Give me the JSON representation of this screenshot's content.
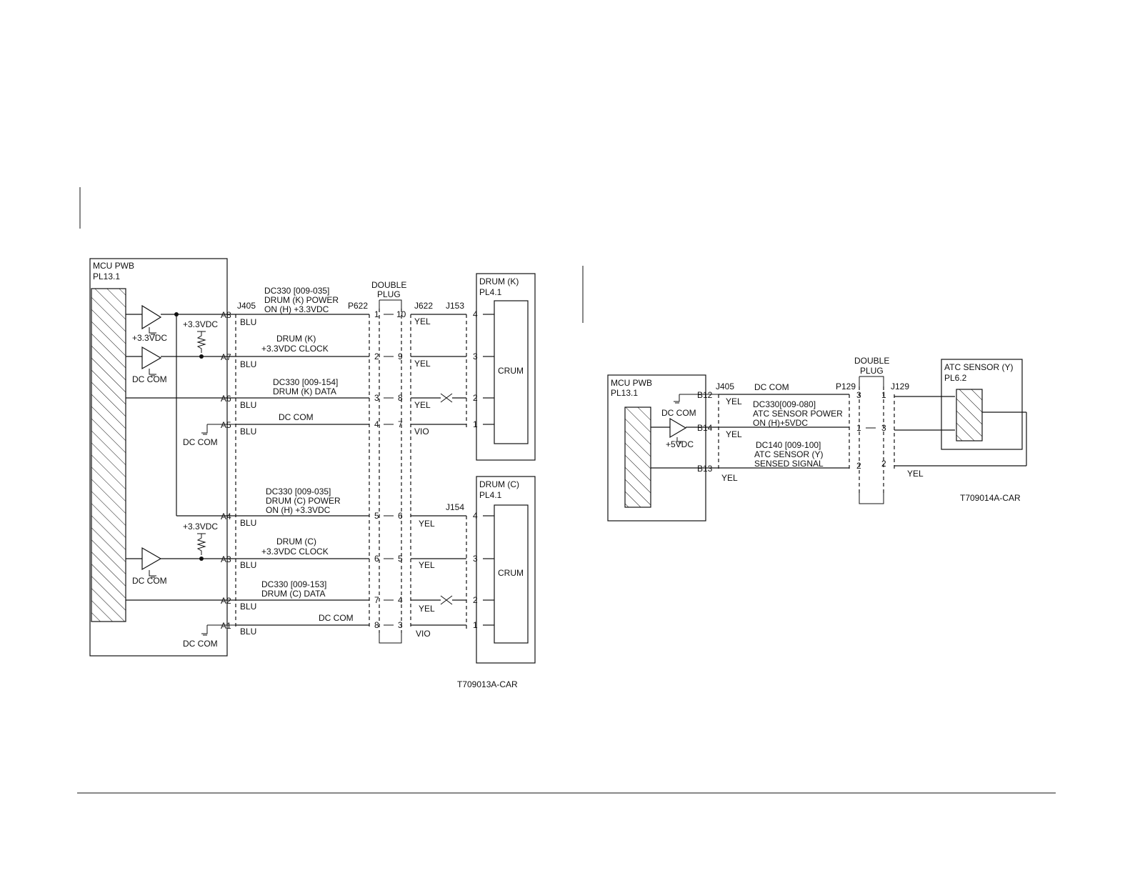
{
  "left": {
    "pwb_title": "MCU PWB",
    "pwb_pl": "PL13.1",
    "j405": "J405",
    "p622": "P622",
    "double_plug_1": "DOUBLE",
    "double_plug_2": "PLUG",
    "j622": "J622",
    "j153": "J153",
    "j154": "J154",
    "drum_k_title": "DRUM (K)",
    "drum_k_pl": "PL4.1",
    "drum_c_title": "DRUM (C)",
    "drum_c_pl": "PL4.1",
    "crum": "CRUM",
    "v33": "+3.3VDC",
    "dccom": "DC COM",
    "ref": "T709013A-CAR",
    "pins": [
      "A8",
      "A7",
      "A6",
      "A5",
      "A4",
      "A3",
      "A2",
      "A1"
    ],
    "blu": "BLU",
    "yel": "YEL",
    "vio": "VIO",
    "p622_pins": [
      "1",
      "2",
      "3",
      "4",
      "5",
      "6",
      "7",
      "8"
    ],
    "j622_pins": [
      "10",
      "9",
      "8",
      "7",
      "6",
      "5",
      "4",
      "3"
    ],
    "drum_pins": [
      "4",
      "3",
      "2",
      "1"
    ],
    "sig_a8": [
      "DC330 [009-035]",
      "DRUM (K) POWER",
      "ON (H) +3.3VDC"
    ],
    "sig_a7": [
      "DRUM (K)",
      "+3.3VDC CLOCK"
    ],
    "sig_a6": [
      "DC330 [009-154]",
      "DRUM (K) DATA"
    ],
    "sig_a5": "DC COM",
    "sig_a4": [
      "DC330 [009-035]",
      "DRUM (C) POWER",
      "ON (H) +3.3VDC"
    ],
    "sig_a3": [
      "DRUM (C)",
      "+3.3VDC CLOCK"
    ],
    "sig_a2": [
      "DC330 [009-153]",
      "DRUM (C) DATA"
    ],
    "sig_a1": "DC COM"
  },
  "right": {
    "pwb_title": "MCU PWB",
    "pwb_pl": "PL13.1",
    "j405": "J405",
    "p129": "P129",
    "j129": "J129",
    "double_plug_1": "DOUBLE",
    "double_plug_2": "PLUG",
    "sensor_title": "ATC SENSOR (Y)",
    "sensor_pl": "PL6.2",
    "pins": [
      "B12",
      "B14",
      "B13"
    ],
    "dccom": "DC COM",
    "v5": "+5VDC",
    "yel": "YEL",
    "sig_b12": "DC COM",
    "sig_b14": [
      "DC330[009-080]",
      "ATC SENSOR POWER",
      "ON (H)+5VDC"
    ],
    "sig_b13": [
      "DC140 [009-100]",
      "ATC SENSOR (Y)",
      "SENSED SIGNAL"
    ],
    "p129_pins": [
      "3",
      "1",
      "2"
    ],
    "j129_pins": [
      "1",
      "3",
      "2"
    ],
    "ref": "T709014A-CAR"
  }
}
